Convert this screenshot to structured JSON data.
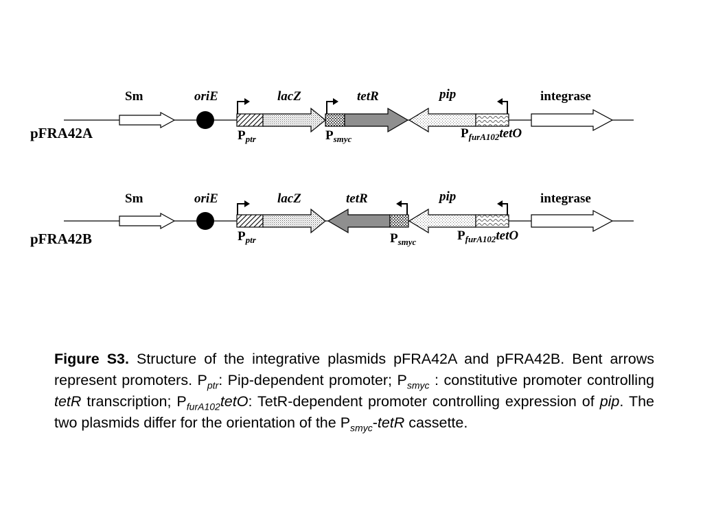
{
  "plasmids": [
    {
      "name": "pFRA42A",
      "labels": {
        "sm": "Sm",
        "ori": "oriE",
        "lacz": "lacZ",
        "tetr": "tetR",
        "pip": "pip",
        "integrase": "integrase"
      },
      "promoters": {
        "ptr": {
          "p": "P",
          "sub": "ptr"
        },
        "smyc": {
          "p": "P",
          "sub": "smyc"
        },
        "fur": {
          "p": "P",
          "sub": "furA102",
          "suffix": "tetO"
        }
      }
    },
    {
      "name": "pFRA42B",
      "labels": {
        "sm": "Sm",
        "ori": "oriE",
        "lacz": "lacZ",
        "tetr": "tetR",
        "pip": "pip",
        "integrase": "integrase"
      },
      "promoters": {
        "ptr": {
          "p": "P",
          "sub": "ptr"
        },
        "smyc": {
          "p": "P",
          "sub": "smyc"
        },
        "fur": {
          "p": "P",
          "sub": "furA102",
          "suffix": "tetO"
        }
      }
    }
  ],
  "caption": {
    "figure_label": "Figure S3.",
    "t1": " Structure of the integrative plasmids pFRA42A and pFRA42B. Bent arrows represent promoters. P",
    "s1": "ptr",
    "t2": ": Pip-dependent promoter; P",
    "s2": "smyc",
    "t3": " : constitutive promoter controlling ",
    "i1": "tetR",
    "t4": " transcription; P",
    "s3": "furA102",
    "i2": "tetO",
    "t5": ": TetR-dependent promoter controlling expression of ",
    "i3": "pip",
    "t6": ". The two plasmids differ for the orientation of the P",
    "s4": "smyc",
    "t7": "-",
    "i4": "tetR",
    "t8": " cassette."
  }
}
